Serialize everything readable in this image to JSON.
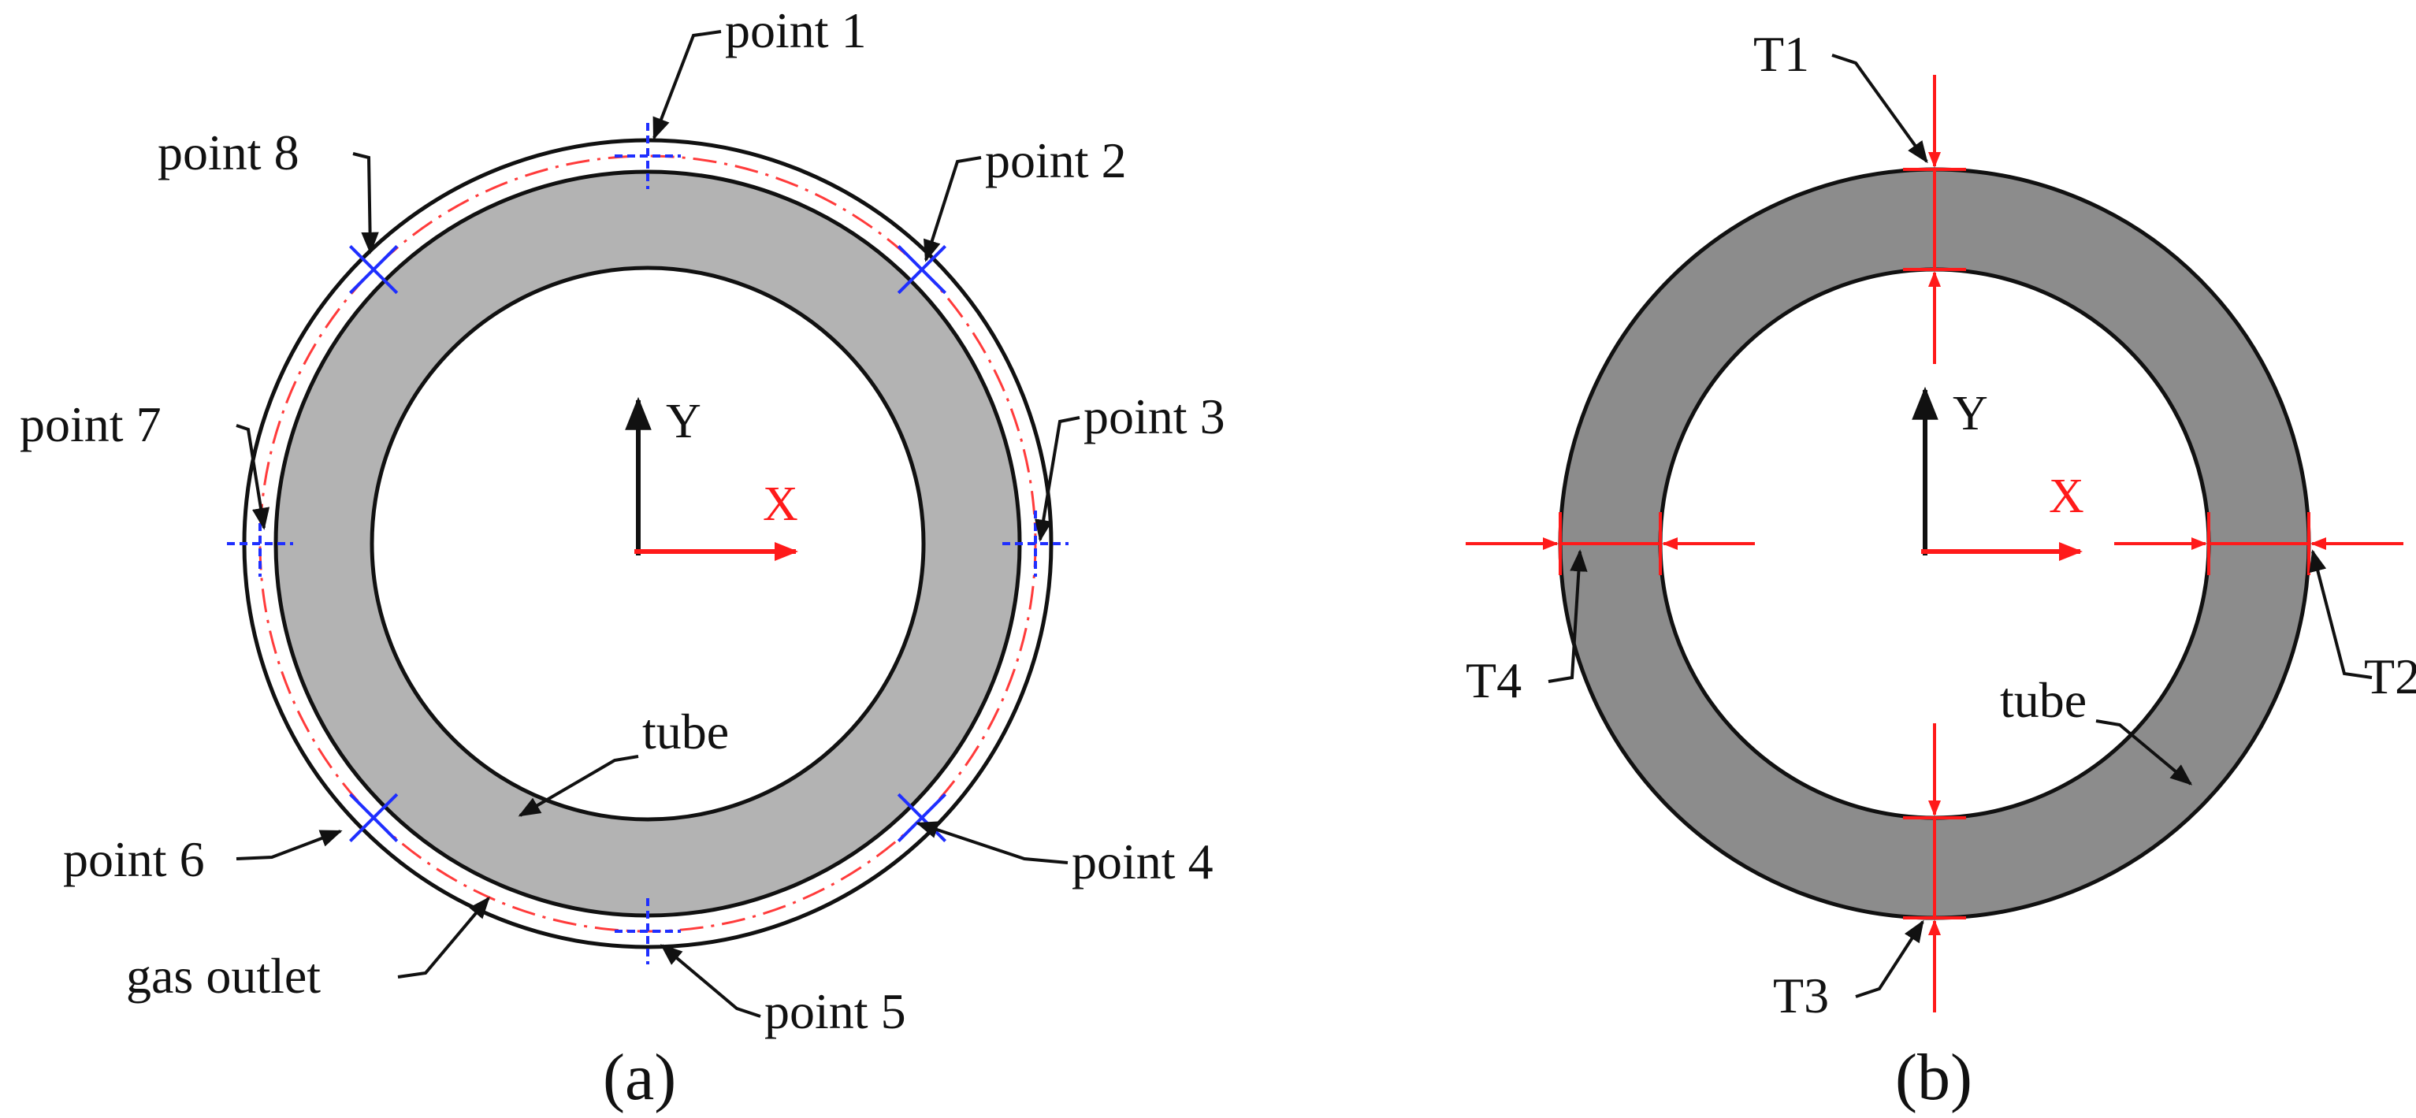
{
  "colors": {
    "outline": "#111111",
    "tube_a": "#b3b3b3",
    "tube_b": "#8c8c8c",
    "gas_path": "#ff3b3b",
    "point_mark": "#1f2fff",
    "x_axis": "#ff1a1a",
    "arrow": "#111111"
  },
  "panel_a": {
    "caption": "(a)",
    "axis_y": "Y",
    "axis_x": "X",
    "tube_label": "tube",
    "gas_label": "gas outlet",
    "points": [
      {
        "id": "p1",
        "label": "point 1",
        "angle": 90
      },
      {
        "id": "p2",
        "label": "point 2",
        "angle": 45
      },
      {
        "id": "p3",
        "label": "point 3",
        "angle": 0
      },
      {
        "id": "p4",
        "label": "point 4",
        "angle": -45
      },
      {
        "id": "p5",
        "label": "point 5",
        "angle": -90
      },
      {
        "id": "p6",
        "label": "point 6",
        "angle": -135
      },
      {
        "id": "p7",
        "label": "point 7",
        "angle": 180
      },
      {
        "id": "p8",
        "label": "point 8",
        "angle": 135
      }
    ]
  },
  "panel_b": {
    "caption": "(b)",
    "axis_y": "Y",
    "axis_x": "X",
    "tube_label": "tube",
    "thickness_points": [
      {
        "id": "t1",
        "label": "T1",
        "angle": 90
      },
      {
        "id": "t2",
        "label": "T2",
        "angle": 0
      },
      {
        "id": "t3",
        "label": "T3",
        "angle": -90
      },
      {
        "id": "t4",
        "label": "T4",
        "angle": 180
      }
    ]
  }
}
